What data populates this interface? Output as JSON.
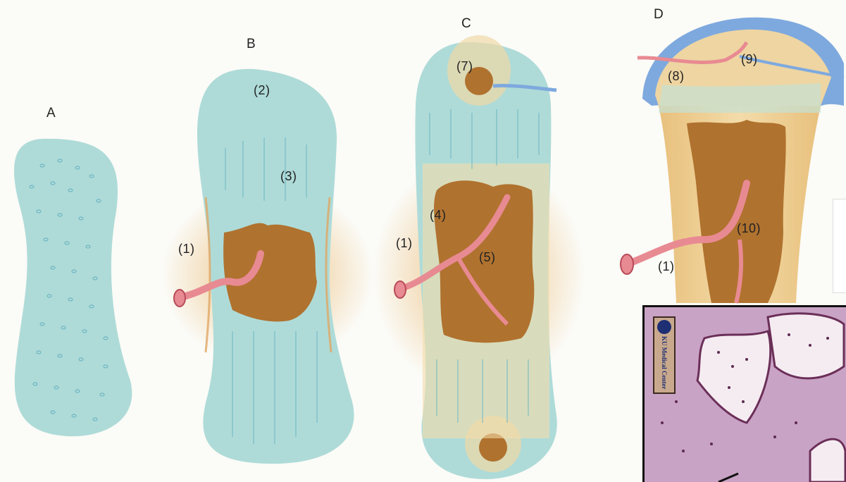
{
  "stages": [
    {
      "id": "A",
      "label": "A"
    },
    {
      "id": "B",
      "label": "B"
    },
    {
      "id": "C",
      "label": "C"
    },
    {
      "id": "D",
      "label": "D"
    }
  ],
  "callouts": {
    "c1": "(1)",
    "c2": "(2)",
    "c3": "(3)",
    "c4": "(4)",
    "c5": "(5)",
    "c7": "(7)",
    "c8": "(8)",
    "c9": "(9)",
    "c10": "(10)"
  },
  "micrograph_badge": "KU Medical Center",
  "colors": {
    "cartilage": "#aedbd8",
    "bone_collar": "#edc98a",
    "marrow_cavity": "#b0722f",
    "artery": "#e88a92",
    "vein": "#7ea9de",
    "micrograph_stain": "#c9a3c5"
  }
}
